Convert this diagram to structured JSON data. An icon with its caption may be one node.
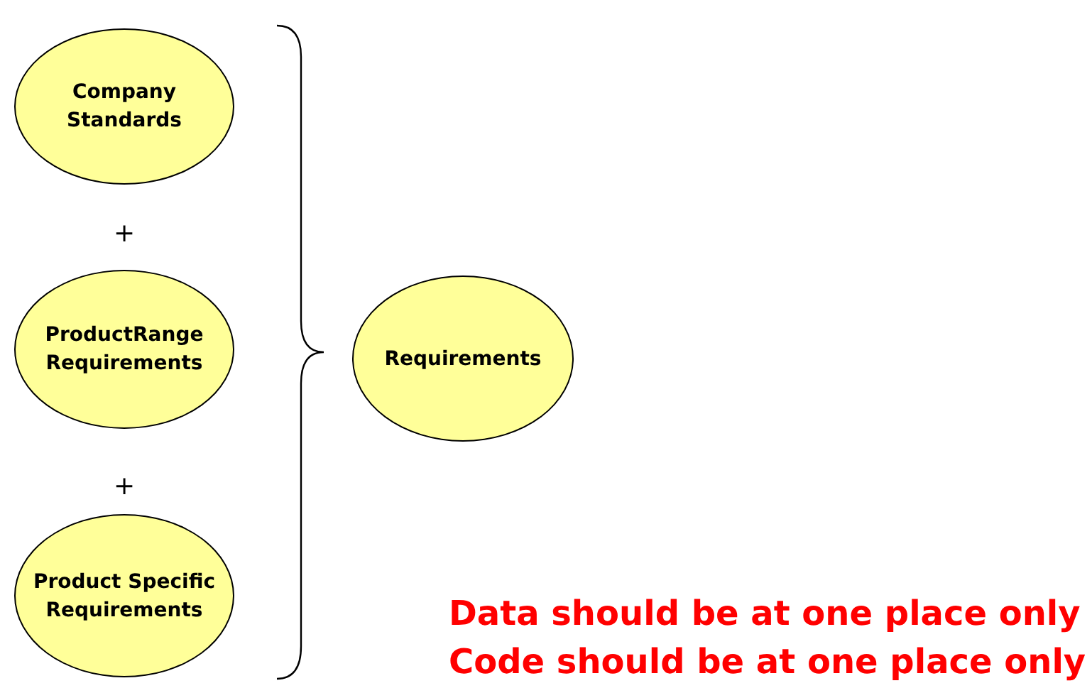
{
  "diagram": {
    "nodes": [
      {
        "text": [
          "Company Standards"
        ]
      },
      {
        "text": [
          "ProductRange Requirements"
        ]
      },
      {
        "text": [
          "Product Specific Requirements"
        ]
      },
      {
        "text": [
          "Requirements"
        ]
      }
    ],
    "labels": [
      "+",
      "+",
      "Data should be at one place only",
      "Code should be at one place only"
    ]
  }
}
